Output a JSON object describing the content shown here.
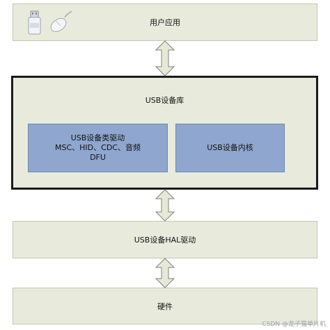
{
  "layers": {
    "app": {
      "label": "用户应用"
    },
    "lib": {
      "label": "USB设备库"
    },
    "hal": {
      "label": "USB设备HAL驱动"
    },
    "hw": {
      "label": "硬件"
    }
  },
  "lib_boxes": {
    "class_driver": {
      "line1": "USB设备类驱动",
      "line2": "MSC、HID、CDC、音频",
      "line3": "DFU"
    },
    "core": {
      "label": "USB设备内核"
    }
  },
  "icons": [
    "usb-drive-icon",
    "usb-mouse-icon"
  ],
  "colors": {
    "layer_fill": "#e8ebdc",
    "box_fill": "#8fa6cf",
    "arrow_fill": "#e6e8d8"
  },
  "watermark": "CSDN @龙子猫单片机"
}
